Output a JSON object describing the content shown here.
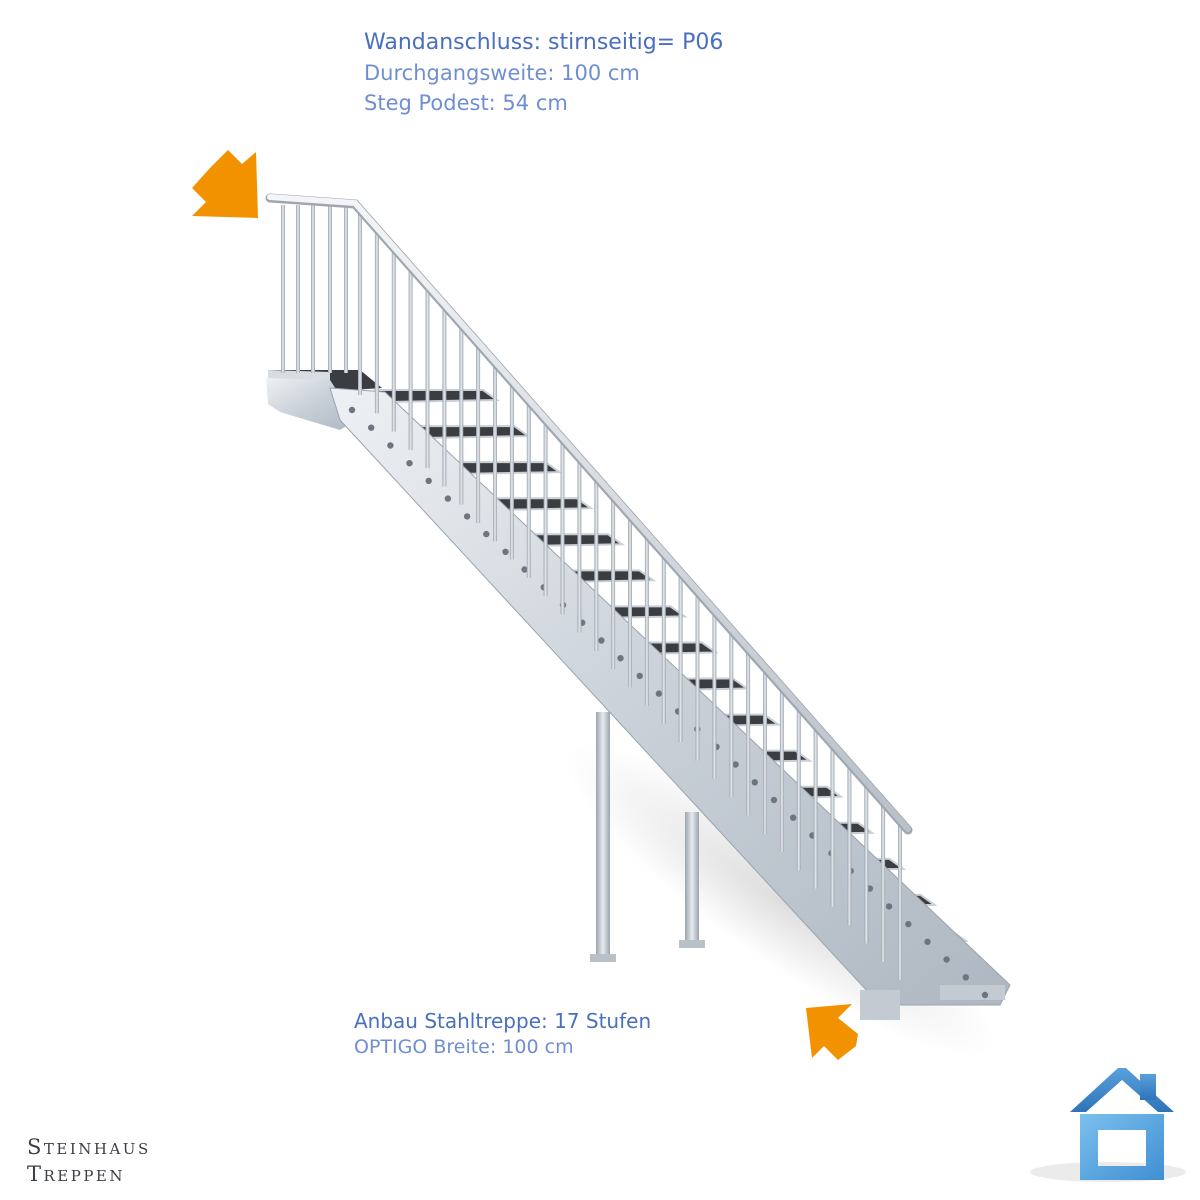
{
  "info_top": {
    "title": "Wandanschluss: stirnseitig= P06",
    "line2": "Durchgangsweite: 100 cm",
    "line3": "Steg Podest: 54 cm"
  },
  "info_bottom": {
    "title": "Anbau Stahltreppe: 17 Stufen",
    "line2": "OPTIGO Breite: 100 cm"
  },
  "brand": {
    "line1": "Steinhaus",
    "line2": "Treppen"
  },
  "stair": {
    "steps": 17,
    "balusters": 38
  },
  "colors": {
    "text_primary": "#4a6fc0",
    "text_secondary": "#6f8fd0",
    "arrow": "#f39200",
    "steel": "#cdd4dc",
    "tread": "#3a3d42",
    "logo_roof": "#3f86cf",
    "logo_body": "#5aa7e0"
  },
  "icons": {
    "arrows": "orange-arrow-icon",
    "logo": "house-logo-icon"
  }
}
